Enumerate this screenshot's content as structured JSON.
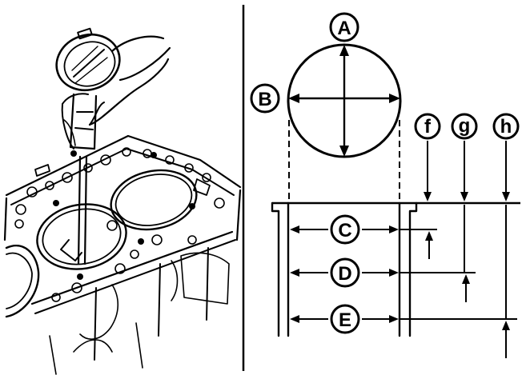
{
  "labels": {
    "a": "A",
    "b": "B",
    "c": "C",
    "d": "D",
    "e": "E",
    "f": "f",
    "g": "g",
    "h": "h"
  },
  "icons": [
    "dial-bore-gauge-icon",
    "cylinder-block-icon"
  ],
  "colors": {
    "ink": "#000000",
    "paper": "#ffffff"
  }
}
